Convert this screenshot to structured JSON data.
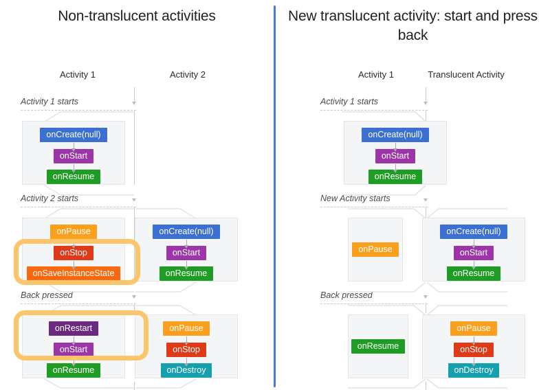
{
  "divider": {
    "color": "#4a7ad4"
  },
  "palette": {
    "onCreate": "#3b6fd2",
    "onStart": "#9c36a8",
    "onRestart": "#6b2a80",
    "onResume": "#1e9c24",
    "onPause": "#fba01c",
    "onStop": "#de3a18",
    "onSaveInstanceState": "#f96a10",
    "onDestroy": "#14a0ad",
    "highlight": "#fbc56c",
    "group_bg": "#f4f5f6",
    "group_border": "#e3e5e7",
    "connector": "#c8cbd0"
  },
  "left_panel": {
    "title": "Non-translucent activities",
    "columns": [
      {
        "label": "Activity 1"
      },
      {
        "label": "Activity 2"
      }
    ],
    "events": [
      {
        "label": "Activity 1 starts"
      },
      {
        "label": "Activity 2 starts"
      },
      {
        "label": "Back pressed"
      }
    ],
    "stages": [
      {
        "name": "activity1-start",
        "groups": [
          {
            "column": 1,
            "steps": [
              "onCreate(null)",
              "onStart",
              "onResume"
            ]
          }
        ]
      },
      {
        "name": "activity2-start",
        "groups": [
          {
            "column": 1,
            "steps": [
              "onPause",
              "onStop",
              "onSaveInstanceState"
            ]
          },
          {
            "column": 2,
            "steps": [
              "onCreate(null)",
              "onStart",
              "onResume"
            ]
          }
        ]
      },
      {
        "name": "back-pressed",
        "groups": [
          {
            "column": 1,
            "steps": [
              "onRestart",
              "onStart",
              "onResume"
            ]
          },
          {
            "column": 2,
            "steps": [
              "onPause",
              "onStop",
              "onDestroy"
            ]
          }
        ]
      }
    ],
    "highlights": [
      {
        "name": "highlight-onstop-onsaveinstancestate"
      },
      {
        "name": "highlight-onrestart-onstart"
      }
    ]
  },
  "right_panel": {
    "title": "New translucent activity: start and press back",
    "columns": [
      {
        "label": "Activity 1"
      },
      {
        "label": "Translucent Activity"
      }
    ],
    "events": [
      {
        "label": "Activity 1 starts"
      },
      {
        "label": "New Activity starts"
      },
      {
        "label": "Back pressed"
      }
    ],
    "stages": [
      {
        "name": "activity1-start",
        "groups": [
          {
            "column": 1,
            "steps": [
              "onCreate(null)",
              "onStart",
              "onResume"
            ]
          }
        ]
      },
      {
        "name": "new-activity-start",
        "groups": [
          {
            "column": 1,
            "steps": [
              "onPause"
            ]
          },
          {
            "column": 2,
            "steps": [
              "onCreate(null)",
              "onStart",
              "onResume"
            ]
          }
        ]
      },
      {
        "name": "back-pressed",
        "groups": [
          {
            "column": 1,
            "steps": [
              "onResume"
            ]
          },
          {
            "column": 2,
            "steps": [
              "onPause",
              "onStop",
              "onDestroy"
            ]
          }
        ]
      }
    ]
  }
}
